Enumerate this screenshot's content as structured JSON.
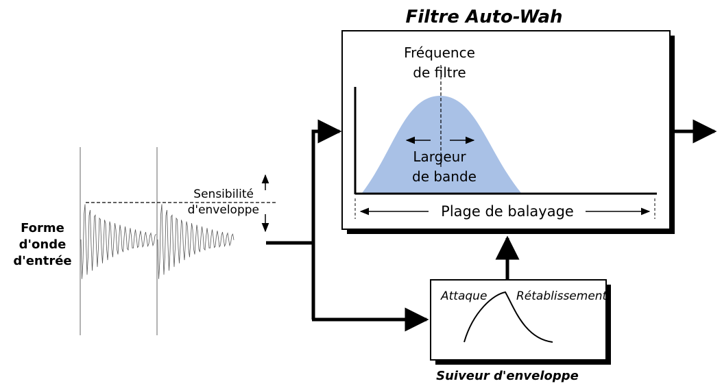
{
  "title": "Filtre Auto-Wah",
  "input_label": [
    "Forme",
    "d'onde",
    "d'entrée"
  ],
  "sensitivity_label": [
    "Sensibilité",
    "d'enveloppe"
  ],
  "filter_frequency_label": [
    "Fréquence",
    "de filtre"
  ],
  "bandwidth_label": [
    "Largeur",
    "de bande"
  ],
  "sweep_range_label": "Plage de balayage",
  "attack_label": "Attaque",
  "release_label": "Rétablissement",
  "envelope_follower_label": "Suiveur d'enveloppe",
  "colors": {
    "filter_curve_fill": "#a9c1e6",
    "line": "#000000",
    "box_shadow": "#000000"
  }
}
